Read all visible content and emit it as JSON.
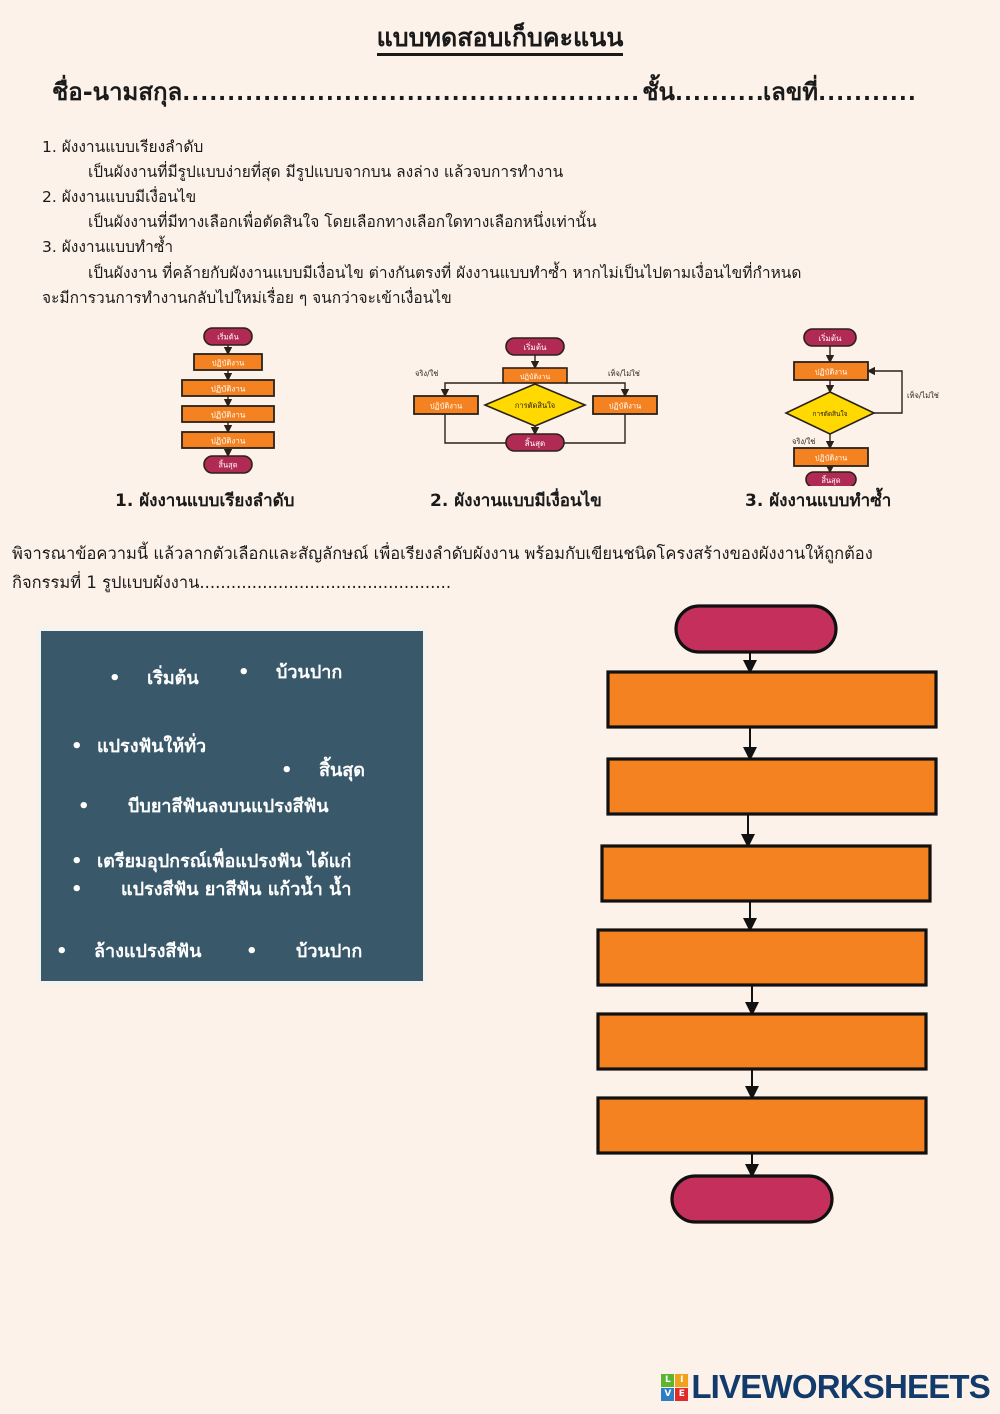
{
  "header": {
    "title": "แบบทดสอบเก็บคะแนน",
    "name_label": "ชื่อ-นามสกุล",
    "class_label": "ชั้น",
    "number_label": "เลขที่",
    "dots_long": "................................................................................................................",
    "dots_mid": "..................",
    "dots_short": ".................",
    "name_value": "",
    "class_value": "",
    "number_value": ""
  },
  "lesson": {
    "item1_head": "1. ผังงานแบบเรียงลำดับ",
    "item1_body": "เป็นผังงานที่มีรูปแบบง่ายที่สุด มีรูปแบบจากบน ลงล่าง แล้วจบการทำงาน",
    "item2_head": "2. ผังงานแบบมีเงื่อนไข",
    "item2_body": "เป็นผังงานที่มีทางเลือกเพื่อตัดสินใจ โดยเลือกทางเลือกใดทางเลือกหนึ่งเท่านั้น",
    "item3_head": "3. ผังงานแบบทำซ้ำ",
    "item3_body_line1": "เป็นผังงาน ที่คล้ายกับผังงานแบบมีเงื่อนไข ต่างกันตรงที่ ผังงานแบบทำซ้ำ หากไม่เป็นไปตามเงื่อนไขที่กำหนด",
    "item3_body_line2": "จะมีการวนการทำงานกลับไปใหม่เรื่อย ๆ จนกว่าจะเข้าเงื่อนไข"
  },
  "diagrams": {
    "captions": [
      "1. ผังงานแบบเรียงลำดับ",
      "2. ผังงานแบบมีเงื่อนไข",
      "3. ผังงานแบบทำซ้ำ"
    ],
    "labels": {
      "start": "เริ่มต้น",
      "process": "ปฏิบัติงาน",
      "decision": "การตัดสินใจ",
      "end": "สิ้นสุด",
      "true_branch": "จริง/ใช่",
      "false_branch": "เท็จ/ไม่ใช่"
    },
    "diagram1": {
      "nodes": [
        "เริ่มต้น",
        "ปฏิบัติงาน",
        "ปฏิบัติงาน",
        "ปฏิบัติงาน",
        "ปฏิบัติงาน",
        "สิ้นสุด"
      ]
    },
    "diagram2": {
      "nodes": [
        "เริ่มต้น",
        "ปฏิบัติงาน",
        "การตัดสินใจ",
        "ปฏิบัติงาน",
        "ปฏิบัติงาน",
        "สิ้นสุด"
      ],
      "branch_left": "จริง/ใช่",
      "branch_right": "เท็จ/ไม่ใช่"
    },
    "diagram3": {
      "nodes": [
        "เริ่มต้น",
        "ปฏิบัติงาน",
        "การตัดสินใจ",
        "ปฏิบัติงาน",
        "สิ้นสุด"
      ],
      "branch_loop": "เท็จ/ไม่ใช่",
      "branch_down": "จริง/ใช่"
    }
  },
  "task": {
    "instruction_line1": "พิจารณาข้อความนี้ แล้วลากตัวเลือกและสัญลักษณ์ เพื่อเรียงลำดับผังงาน พร้อมกับเขียนชนิดโครงสร้างของผังงานให้ถูกต้อง",
    "instruction_line2_label": "กิจกรรมที่ 1 รูปแบบผังงาน",
    "instruction_line2_dots": "................................................",
    "answer_value": ""
  },
  "wordbank": {
    "items": [
      "เริ่มต้น",
      "บ้วนปาก",
      "แปรงฟันให้ทั่ว",
      "สิ้นสุด",
      "บีบยาสีฟันลงบนแปรงสีฟัน",
      "เตรียมอุปกรณ์เพื่อแปรงฟัน ได้แก่",
      "แปรงสีฟัน ยาสีฟัน แก้วน้ำ น้ำ",
      "ล้างแปรงสีฟัน",
      "บ้วนปาก"
    ]
  },
  "answer_flowchart": {
    "start_value": "",
    "end_value": "",
    "box_values": [
      "",
      "",
      "",
      "",
      "",
      ""
    ],
    "box_count": 6
  },
  "footer": {
    "brand": "LIVEWORKSHEETS",
    "tiles": [
      {
        "letter": "L",
        "color": "#5cb531"
      },
      {
        "letter": "I",
        "color": "#f0a21c"
      },
      {
        "letter": "V",
        "color": "#2d7ec4"
      },
      {
        "letter": "E",
        "color": "#e02b2b"
      }
    ]
  },
  "colors": {
    "page_bg": "#fdf2ea",
    "terminator": "#c42f5c",
    "process": "#f58220",
    "decision": "#ffd900",
    "wordbank_bg": "#39596b",
    "brand_blue": "#123a6b"
  }
}
